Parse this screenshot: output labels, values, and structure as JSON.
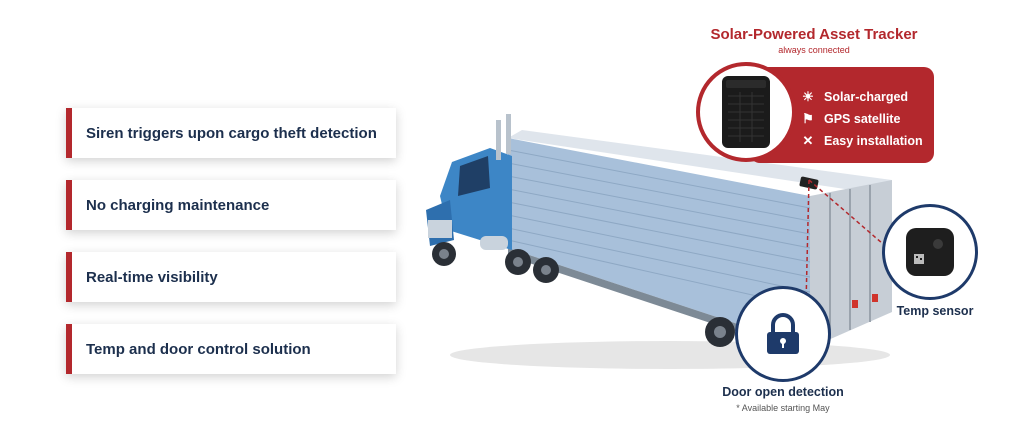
{
  "features": [
    {
      "label": "Siren triggers upon cargo theft detection"
    },
    {
      "label": "No charging maintenance"
    },
    {
      "label": "Real-time visibility"
    },
    {
      "label": "Temp and door control solution"
    }
  ],
  "tracker": {
    "title": "Solar-Powered Asset Tracker",
    "subtitle": "always connected",
    "specs": [
      {
        "icon": "sun-icon",
        "label": "Solar-charged"
      },
      {
        "icon": "gps-icon",
        "label": "GPS satellite"
      },
      {
        "icon": "tools-icon",
        "label": "Easy installation"
      }
    ]
  },
  "temp_sensor": {
    "label": "Temp sensor"
  },
  "door_detection": {
    "label": "Door open detection",
    "note": "* Available starting May"
  },
  "colors": {
    "accent_red": "#b3282d",
    "navy": "#1c2f4d",
    "truck_blue": "#3d86c6"
  }
}
